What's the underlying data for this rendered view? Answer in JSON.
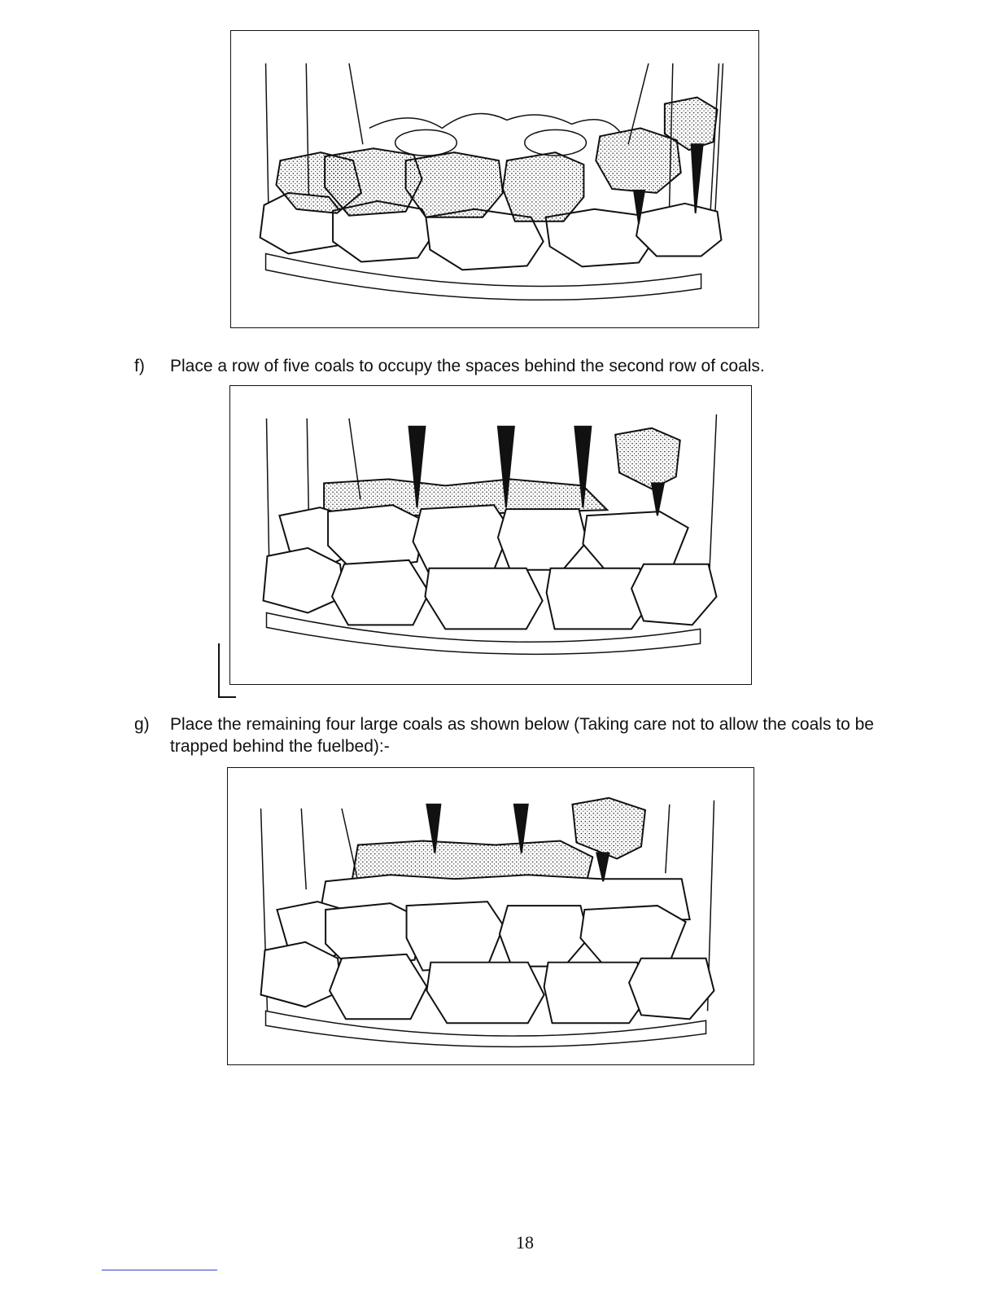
{
  "steps": [
    {
      "marker": "f)",
      "text": "Place a row of five coals to occupy the spaces behind the second row of coals."
    },
    {
      "marker": "g)",
      "text": "Place the remaining four large coals as shown below (Taking care not to allow the coals to be trapped behind the fuelbed):-"
    }
  ],
  "figures": [
    {
      "description_icon": "fuelbed-row-three-illustration"
    },
    {
      "description_icon": "fuelbed-row-four-illustration"
    },
    {
      "description_icon": "fuelbed-complete-illustration"
    }
  ],
  "footer": {
    "page_number": "18"
  },
  "colors": {
    "ink": "#111111",
    "paper": "#ffffff",
    "footer_rule": "#3344cc"
  }
}
